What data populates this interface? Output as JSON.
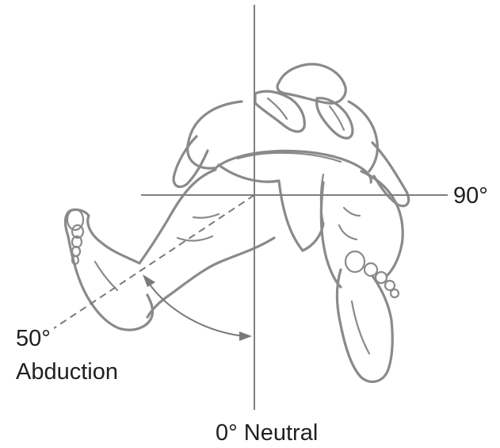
{
  "labels": {
    "ninety": "90°",
    "fifty_deg": "50°",
    "abduction": "Abduction",
    "neutral": "0° Neutral"
  }
}
